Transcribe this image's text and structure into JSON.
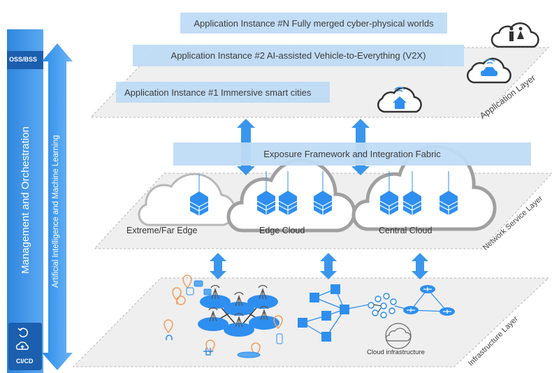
{
  "sidebar": {
    "oss_bss_label": "OSS/BSS",
    "management_label": "Management and Orchestration",
    "ai_label": "Artificial Intelligence and Machine Learning",
    "cicd_label": "CI/CD"
  },
  "application_layer": {
    "layer_label": "Application Layer",
    "instances": [
      "Application Instance #N Fully merged cyber-physical worlds",
      "Application Instance #2 AI-assisted Vehicle-to-Everything (V2X)",
      "Application Instance #1 Immersive smart cities"
    ]
  },
  "exposure": {
    "label": "Exposure Framework and Integration Fabric"
  },
  "network_service_layer": {
    "layer_label": "Network Service Layer",
    "clouds": [
      "Extreme/Far Edge",
      "Edge Cloud",
      "Central Cloud"
    ]
  },
  "infrastructure_layer": {
    "layer_label": "Infrastructure Layer",
    "cloud_infrastructure_label": "Cloud infrastructure"
  },
  "colors": {
    "primary_blue": "#2e8ff0",
    "light_blue": "#bfdcf6",
    "sidebar_blue": "#3d95ea",
    "orange": "#f0a060",
    "layer_gray": "#efefef"
  }
}
